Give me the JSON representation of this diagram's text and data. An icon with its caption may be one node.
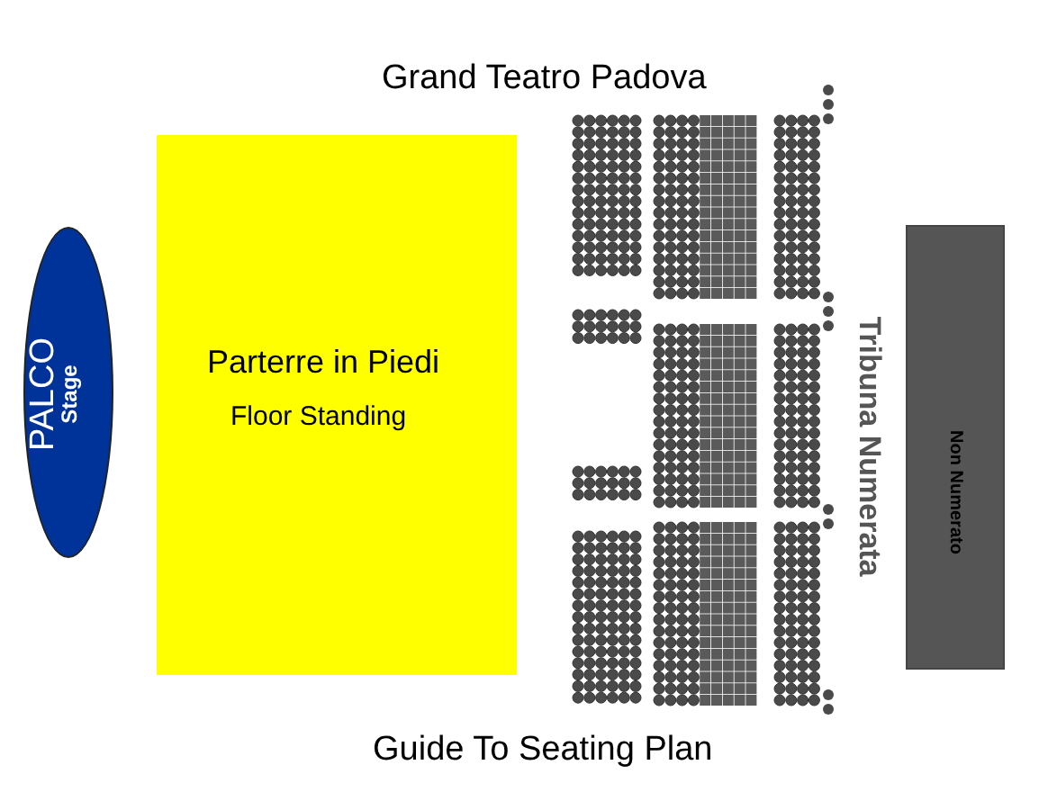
{
  "diagram": {
    "title": "Grand Teatro Padova",
    "caption": "Guide To Seating Plan",
    "nodes": [
      {
        "text": [
          "PALCO",
          "Stage"
        ]
      },
      {
        "text": [
          "Parterre in Piedi",
          "Floor Standing"
        ]
      },
      {
        "text": [
          "Non Numerato"
        ]
      }
    ],
    "labels": [
      "Tribuna Numerata"
    ]
  }
}
